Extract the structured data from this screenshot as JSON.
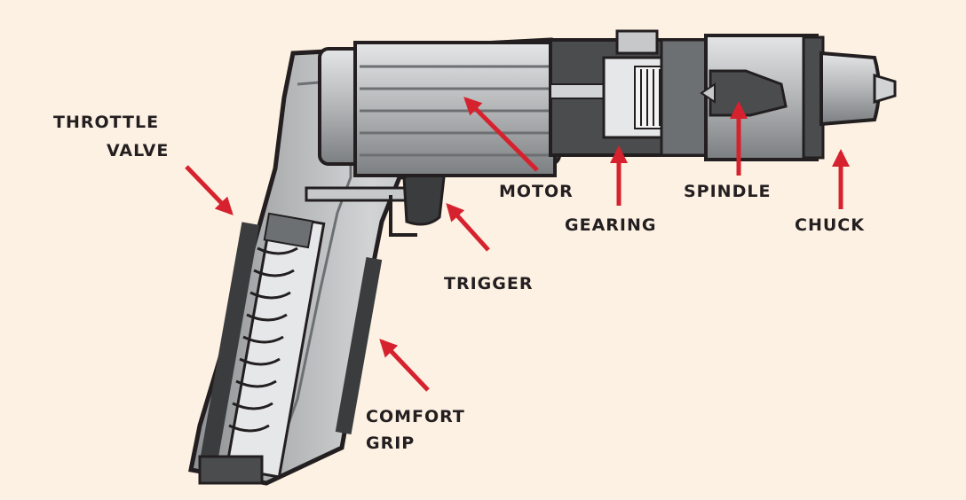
{
  "colors": {
    "background": "#fdf1e3",
    "arrow": "#d6222e",
    "outline": "#231f20",
    "metal_light": "#c6c8ca",
    "metal_mid": "#9a9d9f",
    "metal_dark": "#555759"
  },
  "labels": {
    "throttle_valve_line1": "THROTTLE",
    "throttle_valve_line2": "VALVE",
    "motor": "MOTOR",
    "gearing": "GEARING",
    "spindle": "SPINDLE",
    "chuck": "CHUCK",
    "trigger": "TRIGGER",
    "comfort_grip_line1": "COMFORT",
    "comfort_grip_line2": "GRIP"
  }
}
